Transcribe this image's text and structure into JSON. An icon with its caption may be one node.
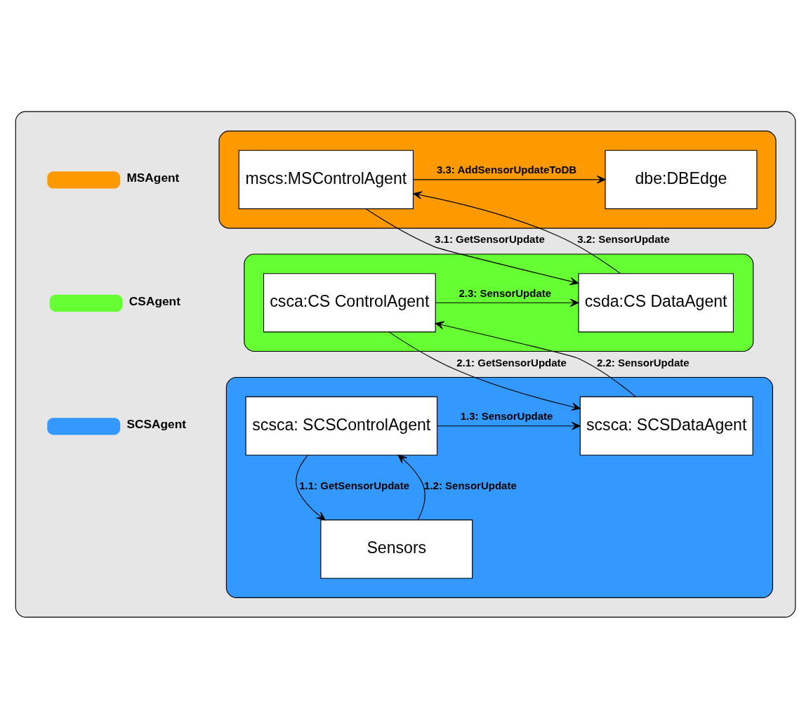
{
  "diagram": {
    "nodes": [
      {
        "text": [],
        "shape": "box"
      },
      {
        "text": [],
        "shape": "box",
        "in": 0
      },
      {
        "text": [
          "mscs:MSControlAgent"
        ],
        "in": 1
      },
      {
        "text": [
          "dbe:DBEdge"
        ],
        "in": 1
      },
      {
        "text": [],
        "shape": "box",
        "in": 0
      },
      {
        "text": [
          "csca:CS ControlAgent"
        ],
        "in": 4
      },
      {
        "text": [
          "csda:CS DataAgent"
        ],
        "in": 4
      },
      {
        "text": [],
        "shape": "box",
        "in": 0
      },
      {
        "text": [
          "scsca: SCSControlAgent"
        ],
        "in": 7
      },
      {
        "text": [
          "scsca: SCSDataAgent"
        ],
        "in": 7
      },
      {
        "text": [
          "Sensors"
        ],
        "in": 7
      }
    ],
    "edges": [
      {
        "from": 2,
        "to": 3,
        "arrow": "to",
        "label": "3.3: AddSensorUpdateToDB"
      },
      {
        "from": 2,
        "to": 6,
        "arrow": "to",
        "label": "3.1: GetSensorUpdate"
      },
      {
        "from": 6,
        "to": 2,
        "arrow": "to",
        "label": "3.2: SensorUpdate"
      },
      {
        "from": 5,
        "to": 6,
        "arrow": "to",
        "label": "2.3: SensorUpdate"
      },
      {
        "from": 5,
        "to": 9,
        "arrow": "to",
        "label": "2.1: GetSensorUpdate"
      },
      {
        "from": 9,
        "to": 5,
        "arrow": "to",
        "label": "2.2: SensorUpdate"
      },
      {
        "from": 8,
        "to": 9,
        "arrow": "to",
        "label": "1.3: SensorUpdate"
      },
      {
        "from": 8,
        "to": 10,
        "arrow": "to",
        "label": "1.1: GetSensorUpdate"
      },
      {
        "from": 10,
        "to": 8,
        "arrow": "to",
        "label": "1.2: SensorUpdate"
      }
    ],
    "legend": [
      {
        "text": "MSAgent",
        "color": "#ff9900"
      },
      {
        "text": "CSAgent",
        "color": "#66ff33"
      },
      {
        "text": "SCSAgent",
        "color": "#3399ff"
      }
    ]
  }
}
